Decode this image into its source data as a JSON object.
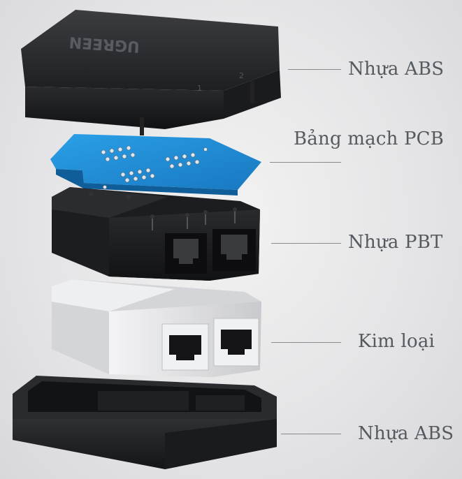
{
  "brand_text": "UGREEN",
  "port_numbers": [
    "1",
    "2"
  ],
  "labels": {
    "top_cover": "Nhựa ABS",
    "pcb": "Bảng mạch PCB",
    "housing": "Nhựa PBT",
    "shield": "Kim loại",
    "bottom_case": "Nhựa ABS"
  },
  "colors": {
    "plastic_dark": "#2a2b2e",
    "plastic_mid": "#3a3b3f",
    "pcb_blue": "#1f8fd6",
    "metal": "#e6e7ea",
    "label_text": "#555a60"
  }
}
